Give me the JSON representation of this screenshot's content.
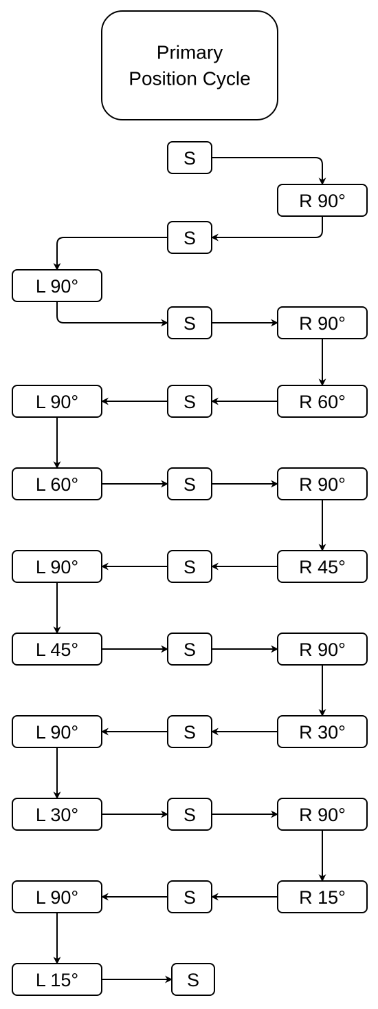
{
  "title": {
    "line1": "Primary",
    "line2": "Position Cycle"
  },
  "nodes": [
    {
      "id": "s1",
      "label": "S"
    },
    {
      "id": "r90a",
      "label": "R 90°"
    },
    {
      "id": "s2",
      "label": "S"
    },
    {
      "id": "l90a",
      "label": "L 90°"
    },
    {
      "id": "s3",
      "label": "S"
    },
    {
      "id": "r90b",
      "label": "R 90°"
    },
    {
      "id": "r60",
      "label": "R 60°"
    },
    {
      "id": "s4",
      "label": "S"
    },
    {
      "id": "l90b",
      "label": "L 90°"
    },
    {
      "id": "l60",
      "label": "L 60°"
    },
    {
      "id": "s5",
      "label": "S"
    },
    {
      "id": "r90c",
      "label": "R 90°"
    },
    {
      "id": "r45",
      "label": "R 45°"
    },
    {
      "id": "s6",
      "label": "S"
    },
    {
      "id": "l90c",
      "label": "L 90°"
    },
    {
      "id": "l45",
      "label": "L 45°"
    },
    {
      "id": "s7",
      "label": "S"
    },
    {
      "id": "r90d",
      "label": "R 90°"
    },
    {
      "id": "r30",
      "label": "R 30°"
    },
    {
      "id": "s8",
      "label": "S"
    },
    {
      "id": "l90d",
      "label": "L 90°"
    },
    {
      "id": "l30",
      "label": "L 30°"
    },
    {
      "id": "s9",
      "label": "S"
    },
    {
      "id": "r90e",
      "label": "R 90°"
    },
    {
      "id": "r15",
      "label": "R 15°"
    },
    {
      "id": "s10",
      "label": "S"
    },
    {
      "id": "l90e",
      "label": "L 90°"
    },
    {
      "id": "l15",
      "label": "L 15°"
    },
    {
      "id": "s11",
      "label": "S"
    }
  ],
  "edges": [
    {
      "from": "s1",
      "to": "r90a"
    },
    {
      "from": "r90a",
      "to": "s2"
    },
    {
      "from": "s2",
      "to": "l90a"
    },
    {
      "from": "l90a",
      "to": "s3"
    },
    {
      "from": "s3",
      "to": "r90b"
    },
    {
      "from": "r90b",
      "to": "r60"
    },
    {
      "from": "r60",
      "to": "s4"
    },
    {
      "from": "s4",
      "to": "l90b"
    },
    {
      "from": "l90b",
      "to": "l60"
    },
    {
      "from": "l60",
      "to": "s5"
    },
    {
      "from": "s5",
      "to": "r90c"
    },
    {
      "from": "r90c",
      "to": "r45"
    },
    {
      "from": "r45",
      "to": "s6"
    },
    {
      "from": "s6",
      "to": "l90c"
    },
    {
      "from": "l90c",
      "to": "l45"
    },
    {
      "from": "l45",
      "to": "s7"
    },
    {
      "from": "s7",
      "to": "r90d"
    },
    {
      "from": "r90d",
      "to": "r30"
    },
    {
      "from": "r30",
      "to": "s8"
    },
    {
      "from": "s8",
      "to": "l90d"
    },
    {
      "from": "l90d",
      "to": "l30"
    },
    {
      "from": "l30",
      "to": "s9"
    },
    {
      "from": "s9",
      "to": "r90e"
    },
    {
      "from": "r90e",
      "to": "r15"
    },
    {
      "from": "r15",
      "to": "s10"
    },
    {
      "from": "s10",
      "to": "l90e"
    },
    {
      "from": "l90e",
      "to": "l15"
    },
    {
      "from": "l15",
      "to": "s11"
    }
  ]
}
